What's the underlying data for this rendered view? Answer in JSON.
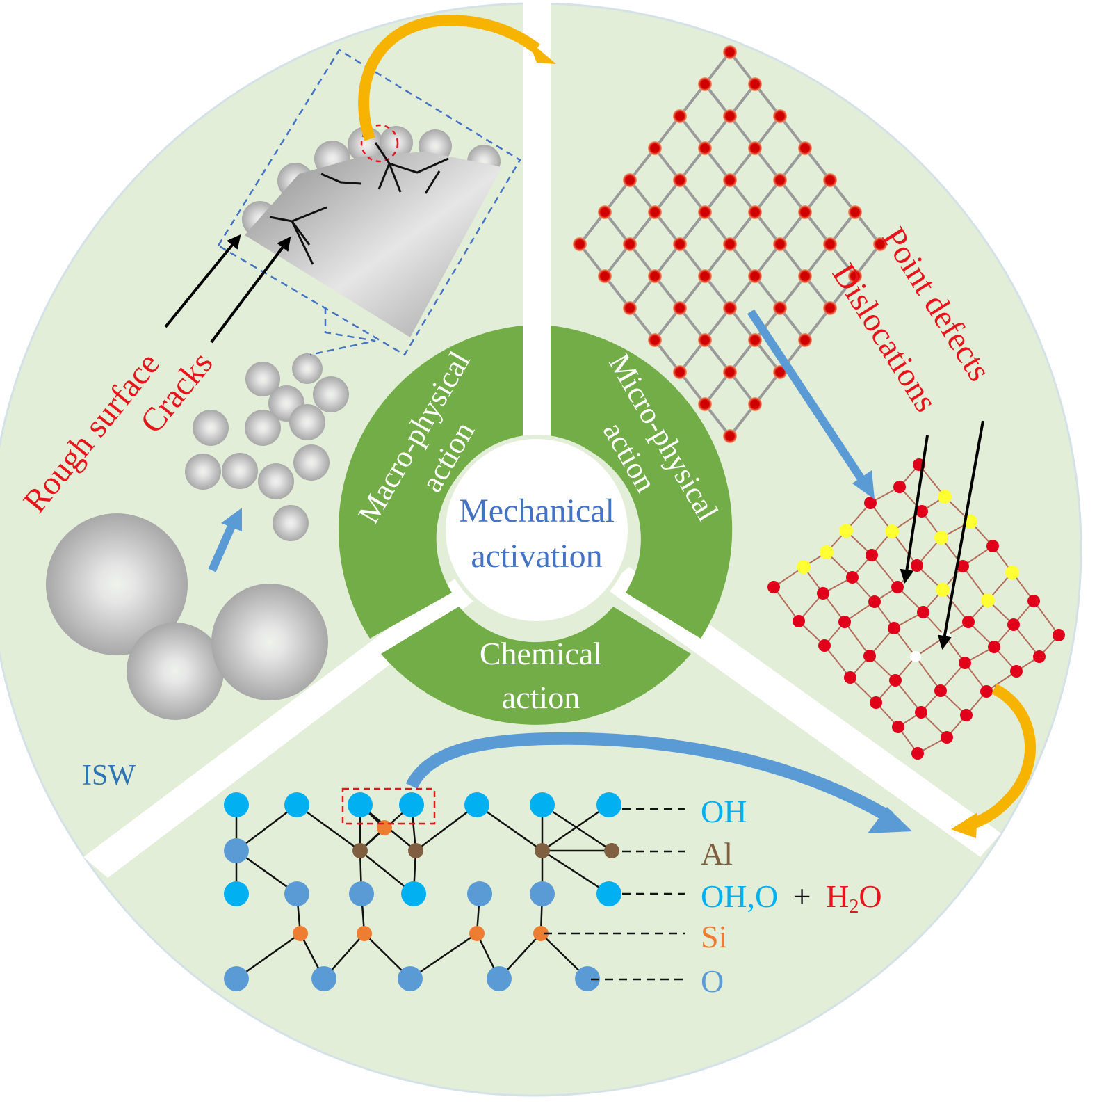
{
  "center": {
    "line1": "Mechanical",
    "line2": "activation"
  },
  "sectors": {
    "macro": {
      "line1": "Macro-physical",
      "line2": "action"
    },
    "micro": {
      "line1": "Micro-physical",
      "line2": "action"
    },
    "chemical": {
      "line1": "Chemical",
      "line2": "action"
    }
  },
  "labels": {
    "rough_surface": "Rough surface",
    "cracks": "Cracks",
    "point_defects": "Point defects",
    "dislocations": "Dislocations",
    "isw": "ISW"
  },
  "legend": {
    "oh": "OH",
    "al": "Al",
    "oh_o": "OH,O",
    "plus": "+",
    "h2o_h": "H",
    "h2o_sub": "2",
    "h2o_o": "O",
    "si": "Si",
    "o": "O"
  },
  "colors": {
    "pale_green": "#e3eed8",
    "ring_green": "#72ad47",
    "center_text": "#4472c4",
    "red_text": "#e8141b",
    "isw_blue": "#2e75b6",
    "oh_blue": "#00b0f0",
    "al_brown": "#7f5f3f",
    "si_orange": "#ed7d31",
    "o_blue": "#5b9bd5",
    "arrow_yellow": "#f6b400",
    "arrow_blue": "#5b9bd5"
  }
}
